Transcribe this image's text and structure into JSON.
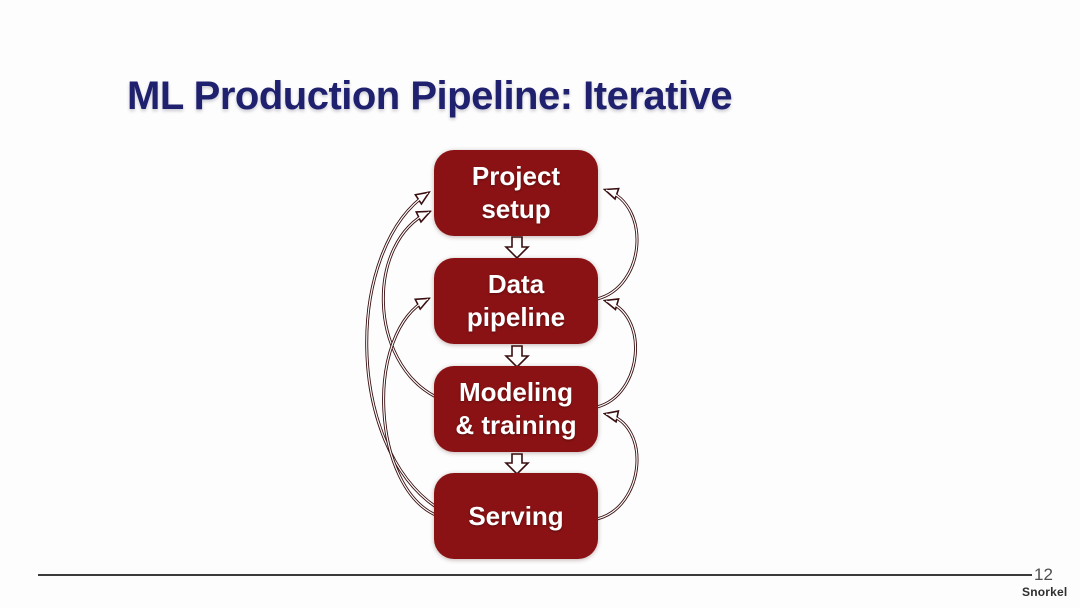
{
  "slide": {
    "title": "ML Production Pipeline: Iterative"
  },
  "diagram": {
    "type": "flowchart",
    "nodes": [
      {
        "id": "project-setup",
        "label": "Project\nsetup"
      },
      {
        "id": "data-pipeline",
        "label": "Data\npipeline"
      },
      {
        "id": "modeling-training",
        "label": "Modeling\n& training"
      },
      {
        "id": "serving",
        "label": "Serving"
      }
    ],
    "forward_arrows": [
      {
        "from": "project-setup",
        "to": "data-pipeline"
      },
      {
        "from": "data-pipeline",
        "to": "modeling-training"
      },
      {
        "from": "modeling-training",
        "to": "serving"
      }
    ],
    "feedback_arrows_right": [
      {
        "from": "data-pipeline",
        "to": "project-setup"
      },
      {
        "from": "modeling-training",
        "to": "data-pipeline"
      },
      {
        "from": "serving",
        "to": "modeling-training"
      }
    ],
    "feedback_arrows_left": [
      {
        "from": "modeling-training",
        "to": "project-setup"
      },
      {
        "from": "serving",
        "to": "project-setup"
      },
      {
        "from": "serving",
        "to": "data-pipeline"
      }
    ],
    "colors": {
      "node_fill": "#8a1214",
      "node_text": "#ffffff",
      "arrow_outline": "#3a0f10",
      "arrow_fill": "#ffffff",
      "title": "#1f206e"
    }
  },
  "footer": {
    "page_number": "12",
    "brand": "Snorkel"
  }
}
